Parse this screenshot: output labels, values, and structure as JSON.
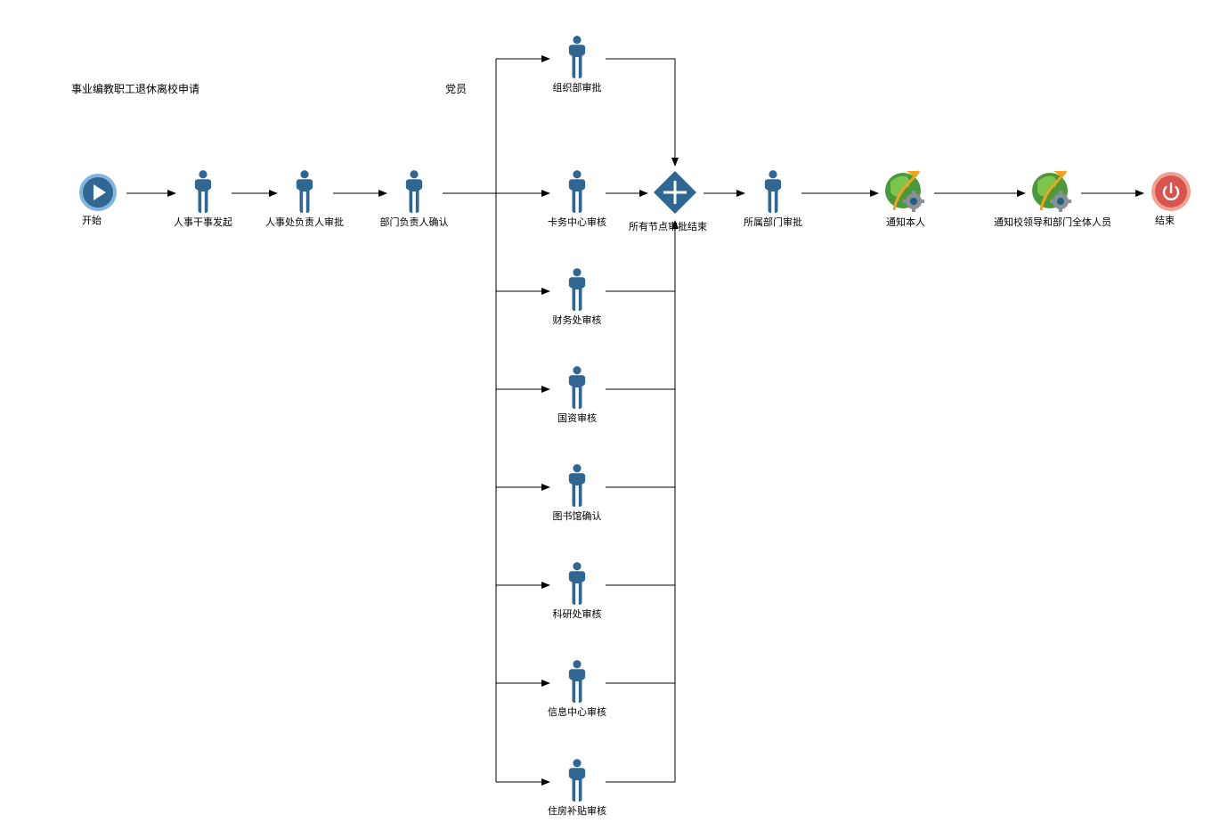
{
  "diagram": {
    "title": "事业编教职工退休离校申请",
    "lane_label": "党员",
    "start": {
      "label": "开始",
      "icon": "play-icon"
    },
    "end": {
      "label": "结束",
      "icon": "power-icon"
    },
    "main_flow": [
      {
        "label": "人事干事发起",
        "icon": "person-icon"
      },
      {
        "label": "人事处负责人审批",
        "icon": "person-icon"
      },
      {
        "label": "部门负责人确认",
        "icon": "person-icon"
      }
    ],
    "parallel_tasks": [
      {
        "label": "组织部审批",
        "icon": "person-icon"
      },
      {
        "label": "卡务中心审核",
        "icon": "person-icon"
      },
      {
        "label": "财务处审核",
        "icon": "person-icon"
      },
      {
        "label": "国资审核",
        "icon": "person-icon"
      },
      {
        "label": "图书馆确认",
        "icon": "person-icon"
      },
      {
        "label": "科研处审核",
        "icon": "person-icon"
      },
      {
        "label": "信息中心审核",
        "icon": "person-icon"
      },
      {
        "label": "住房补贴审核",
        "icon": "person-icon"
      }
    ],
    "gateway": {
      "label": "所有节点审批结束",
      "icon": "parallel-gateway-icon"
    },
    "after_gateway": [
      {
        "label": "所属部门审批",
        "icon": "person-icon"
      },
      {
        "label": "通知本人",
        "icon": "service-globe-gear-icon"
      },
      {
        "label": "通知校领导和部门全体人员",
        "icon": "service-globe-gear-icon"
      }
    ],
    "colors": {
      "person": "#2f6692",
      "gateway": "#2f6692",
      "start_outer": "#7fb5e0",
      "start_inner": "#2f6692",
      "end_outer": "#f0a393",
      "end_inner": "#d9534f",
      "line": "#000000"
    }
  }
}
